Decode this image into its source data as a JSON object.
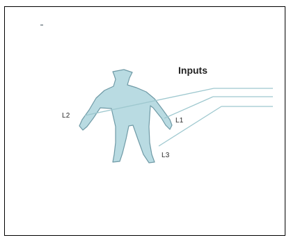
{
  "diagram": {
    "title": "Inputs",
    "labels": {
      "l1": "L1",
      "l2": "L2",
      "l3": "L3"
    },
    "colors": {
      "figure_fill": "#b9dbe2",
      "figure_stroke": "#6f9aa6",
      "lead_wire": "#9ec8cf"
    }
  }
}
